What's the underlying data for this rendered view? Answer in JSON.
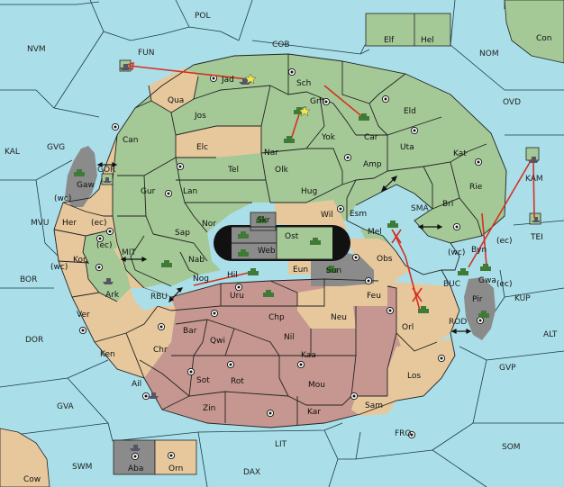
{
  "map": {
    "colors": {
      "sea": "#aadfe9",
      "green_power": "#a4c996",
      "tan_power": "#e7c89c",
      "rose_power": "#c69790",
      "neutral": "#8b8b8b",
      "order_arrow": "#d63020"
    },
    "sea_labels": {
      "POL": "POL",
      "NVM": "NVM",
      "FUN": "FUN",
      "COB": "COB",
      "NOM": "NOM",
      "OVD": "OVD",
      "KAL": "KAL",
      "GVG": "GVG",
      "GOR": "GOR",
      "KAM": "KAM",
      "MVU": "MVU",
      "MIT": "MIT",
      "SMA": "SMA",
      "BOR": "BOR",
      "RBU": "RBU",
      "BUC": "BUC",
      "KUP": "KUP",
      "ROD": "ROD",
      "DOR": "DOR",
      "ALT": "ALT",
      "GVP": "GVP",
      "GVA": "GVA",
      "FRO": "FRO",
      "SOM": "SOM",
      "LIT": "LIT",
      "SWM": "SWM",
      "DAX": "DAX"
    },
    "land_labels": {
      "Con": "Con",
      "Elf": "Elf",
      "Hel": "Hel",
      "Jad": "Jad",
      "Sch": "Sch",
      "Qua": "Qua",
      "Jos": "Jos",
      "Grh": "Grh",
      "Eld": "Eld",
      "Car": "Car",
      "Can": "Can",
      "Yok": "Yok",
      "Nar": "Nar",
      "Elc": "Elc",
      "Uta": "Uta",
      "Kat": "Kat",
      "Amp": "Amp",
      "Olk": "Olk",
      "Tel": "Tel",
      "Gaw": "Gaw",
      "Rie": "Rie",
      "Gur": "Gur",
      "Lan": "Lan",
      "Hug": "Hug",
      "Bri": "Bri",
      "TEI": "TEI",
      "Wil": "Wil",
      "Esm": "Esm",
      "Her": "Her",
      "Nor": "Nor",
      "Skr": "Skr",
      "Ost": "Ost",
      "Web": "Web",
      "Mel": "Mel",
      "Sap": "Sap",
      "Byn": "Byn",
      "Kor": "Kor",
      "Nab": "Nab",
      "Eun": "Eun",
      "Obs": "Obs",
      "Gwa": "Gwa",
      "Nog": "Nog",
      "Hil": "Hil",
      "Sun": "Sun",
      "Ark": "Ark",
      "Pir": "Pir",
      "Uru": "Uru",
      "Feu": "Feu",
      "Ver": "Ver",
      "Chp": "Chp",
      "Neu": "Neu",
      "Orl": "Orl",
      "Bar": "Bar",
      "Qwi": "Qwi",
      "Nil": "Nil",
      "Ken": "Ken",
      "Chr": "Chr",
      "Kaa": "Kaa",
      "Los": "Los",
      "Ail": "Ail",
      "Sot": "Sot",
      "Rot": "Rot",
      "Mou": "Mou",
      "Zin": "Zin",
      "Sam": "Sam",
      "Kar": "Kar",
      "Aba": "Aba",
      "Orn": "Orn",
      "Cow": "Cow"
    },
    "coast_labels": {
      "wc": "(wc)",
      "ec": "(ec)"
    }
  }
}
